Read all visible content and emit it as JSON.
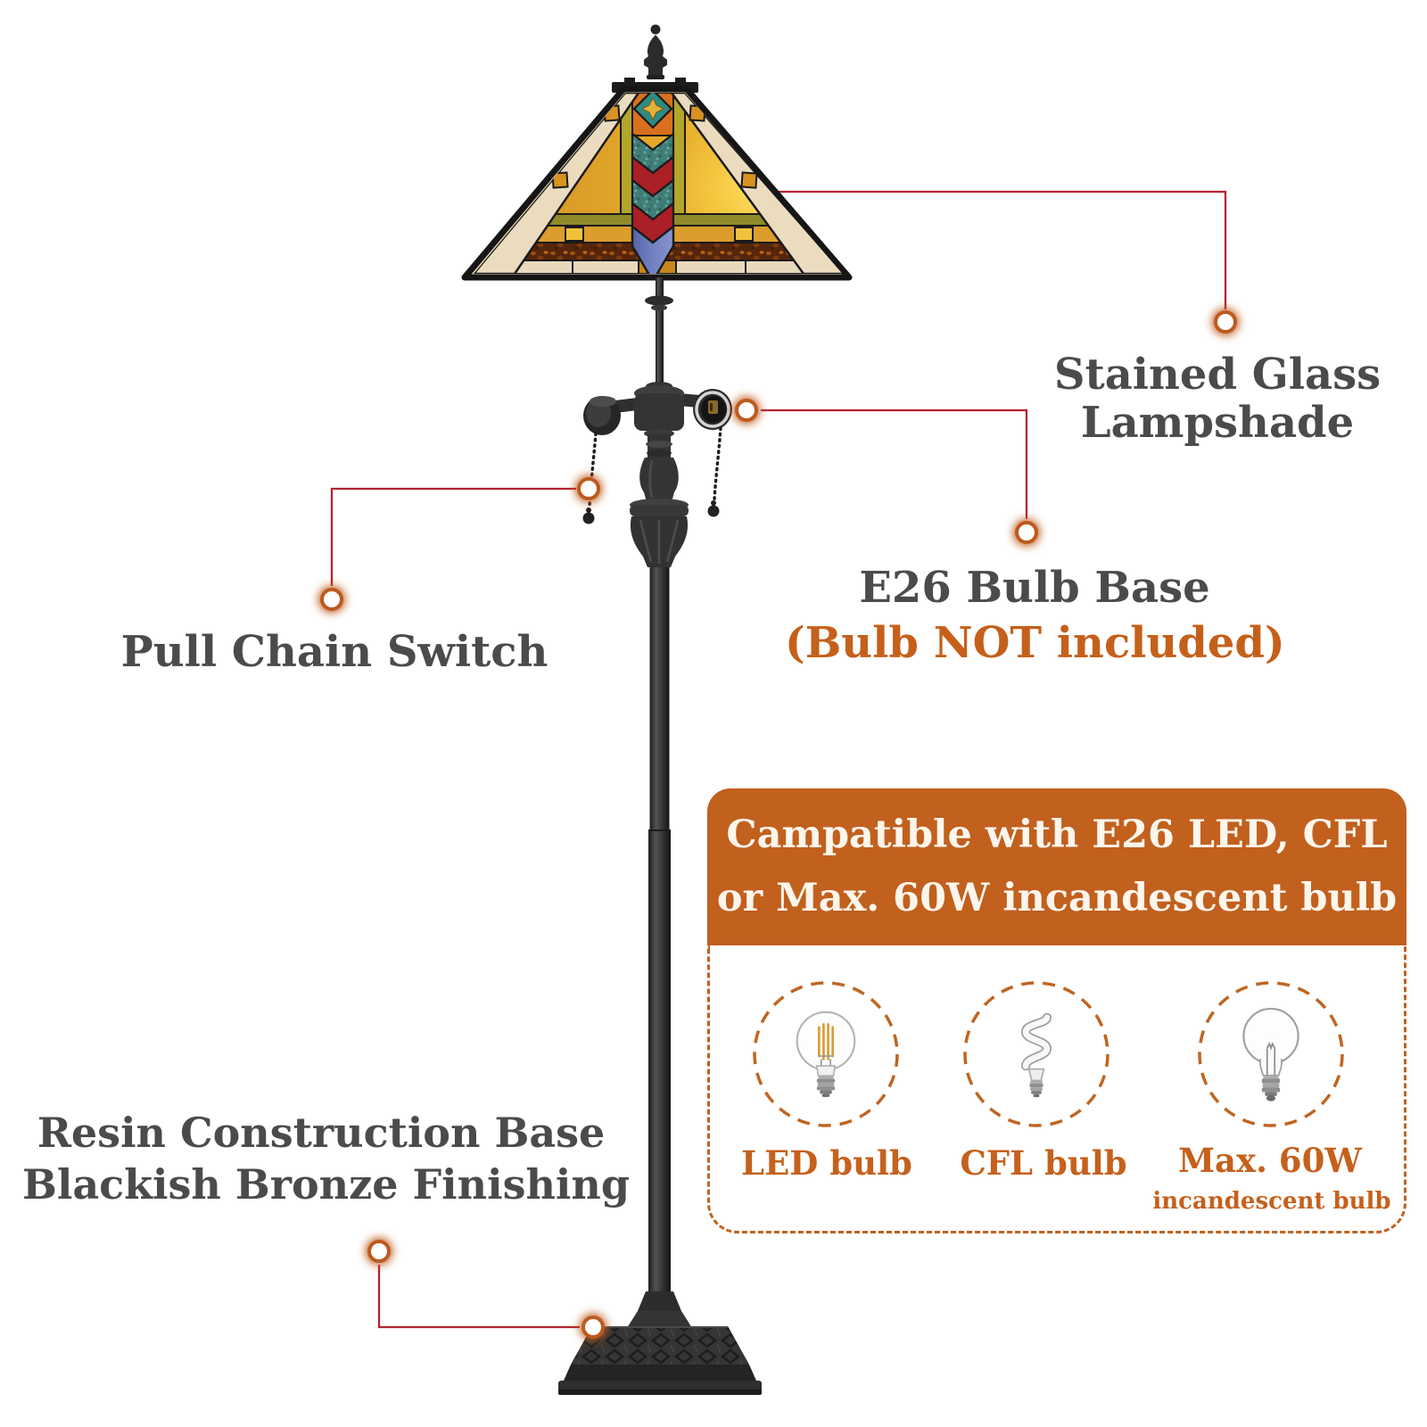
{
  "callouts": {
    "lampshade": {
      "line1": "Stained Glass",
      "line2": "Lampshade"
    },
    "pull_chain": {
      "label": "Pull Chain Switch"
    },
    "bulb_base": {
      "label": "E26 Bulb Base",
      "note": "(Bulb NOT included)"
    },
    "base": {
      "line1": "Resin Construction Base",
      "line2": "Blackish Bronze Finishing"
    }
  },
  "compat_box": {
    "title_line1": "Campatible with E26 LED, CFL",
    "title_line2": "or Max. 60W incandescent bulb",
    "bulbs": [
      {
        "label": "LED bulb",
        "icon": "led-filament-bulb-icon"
      },
      {
        "label": "CFL bulb",
        "icon": "cfl-spiral-bulb-icon"
      },
      {
        "label": "Max. 60W",
        "sublabel": "incandescent bulb",
        "icon": "incandescent-bulb-icon"
      }
    ]
  },
  "colors": {
    "accent_orange": "#C2601E",
    "label_orange": "#C5611C",
    "text_gray": "#4B4B4D",
    "callout_line_red": "#B5232F",
    "marker_ring_orange": "#BD5A1E",
    "background": "#FFFFFF"
  }
}
